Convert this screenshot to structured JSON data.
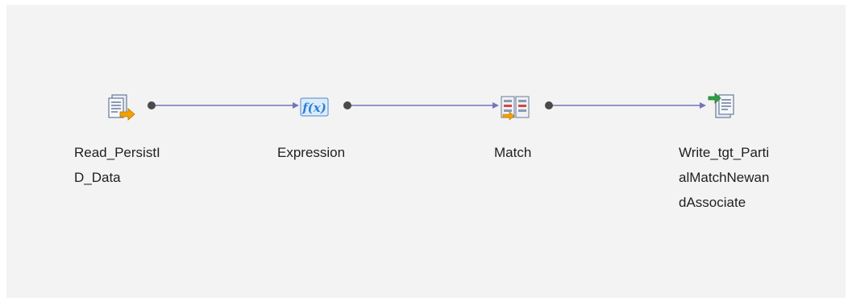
{
  "mapping": {
    "nodes": [
      {
        "id": "read",
        "type": "source",
        "icon": "read-source-icon",
        "label": "Read_PersistID_Data"
      },
      {
        "id": "expression",
        "type": "expression",
        "icon": "expression-fx-icon",
        "label": "Expression"
      },
      {
        "id": "match",
        "type": "match",
        "icon": "match-transformation-icon",
        "label": "Match"
      },
      {
        "id": "write",
        "type": "target",
        "icon": "write-target-icon",
        "label": "Write_tgt_PartialMatchNewandAssociate"
      }
    ],
    "links": [
      {
        "from": "read",
        "to": "expression"
      },
      {
        "from": "expression",
        "to": "match"
      },
      {
        "from": "match",
        "to": "write"
      }
    ],
    "colors": {
      "canvas": "#f3f3f3",
      "link": "#7276b8",
      "port": "#4a4a4a",
      "source_accent": "#f2a100",
      "target_accent": "#2ea043",
      "expression_blue": "#2d7fd3"
    }
  }
}
